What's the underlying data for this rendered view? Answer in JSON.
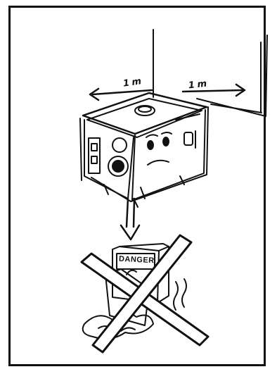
{
  "labels": {
    "clearance_left": "1 m",
    "clearance_right": "1 m",
    "sign_text": "DANGER"
  },
  "icons": {
    "prohibition": "cross-out-icon"
  }
}
